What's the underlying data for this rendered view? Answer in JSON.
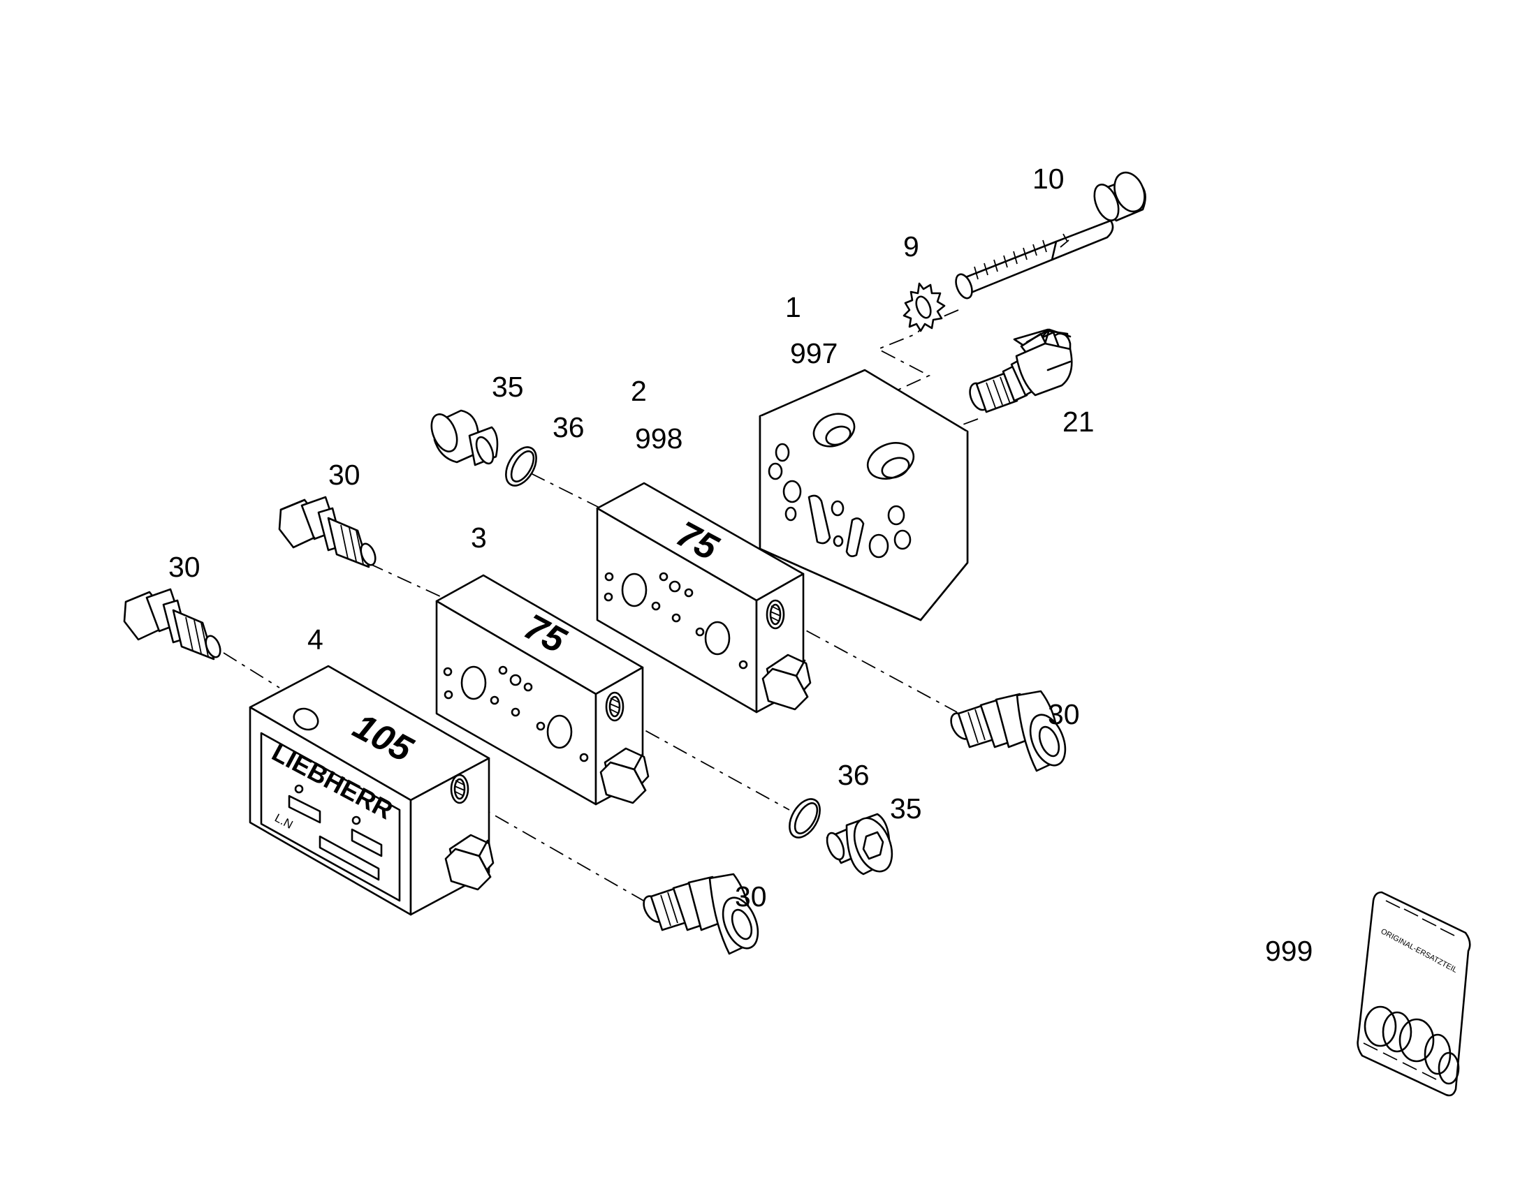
{
  "callouts": {
    "c10": "10",
    "c9": "9",
    "c1": "1",
    "c997": "997",
    "c21": "21",
    "c35a": "35",
    "c36a": "36",
    "c2": "2",
    "c998": "998",
    "c30a": "30",
    "c3": "3",
    "c30b": "30",
    "c4": "4",
    "c30c": "30",
    "c36b": "36",
    "c35b": "35",
    "c30d": "30",
    "c999": "999"
  },
  "stamps": {
    "valve_2": "75",
    "valve_3": "75",
    "valve_4": "105"
  },
  "nameplate": {
    "brand": "LIEBHERR",
    "mark": "L.N"
  },
  "bag_print": "ORIGINAL-ERSATZTEIL"
}
